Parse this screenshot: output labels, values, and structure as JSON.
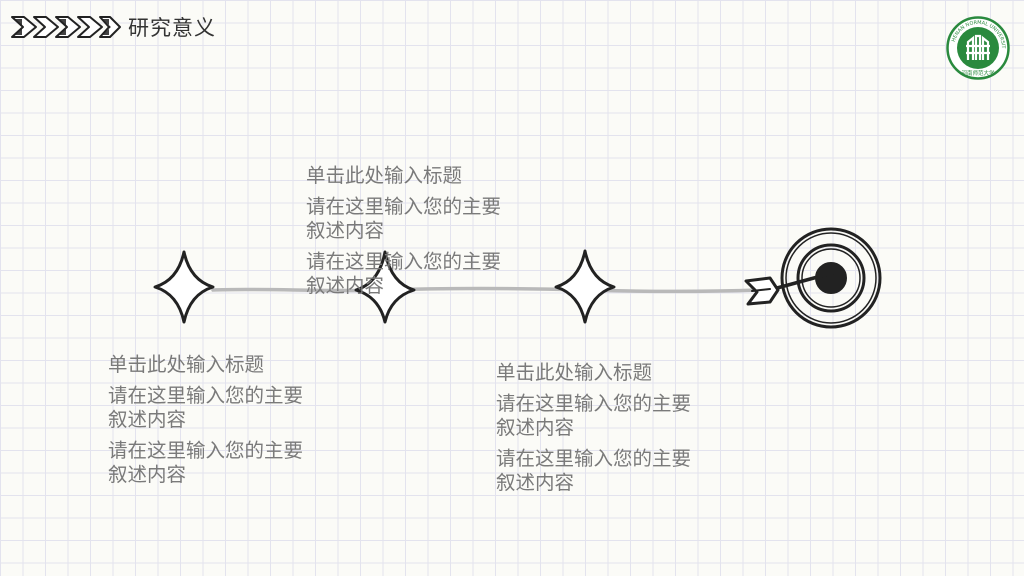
{
  "header": {
    "icon": "chevron-arrows-icon",
    "title": "研究意义"
  },
  "logo": {
    "icon": "university-seal-icon",
    "color": "#2a8a3e",
    "ring_text": "HENAN NORMAL UNIVERSITY",
    "bottom_text": "河南师范大学"
  },
  "timeline": {
    "milestone_icon": "four-point-star-icon",
    "goal_icon": "target-with-arrow-icon",
    "line_color": "#b9b9b9",
    "blocks": [
      {
        "title": "单击此处输入标题",
        "desc1": "请在这里输入您的主要叙述内容",
        "desc2": "请在这里输入您的主要叙述内容"
      },
      {
        "title": "单击此处输入标题",
        "desc1": "请在这里输入您的主要叙述内容",
        "desc2": "请在这里输入您的主要叙述内容"
      },
      {
        "title": "单击此处输入标题",
        "desc1": "请在这里输入您的主要叙述内容",
        "desc2": "请在这里输入您的主要叙述内容"
      }
    ]
  }
}
